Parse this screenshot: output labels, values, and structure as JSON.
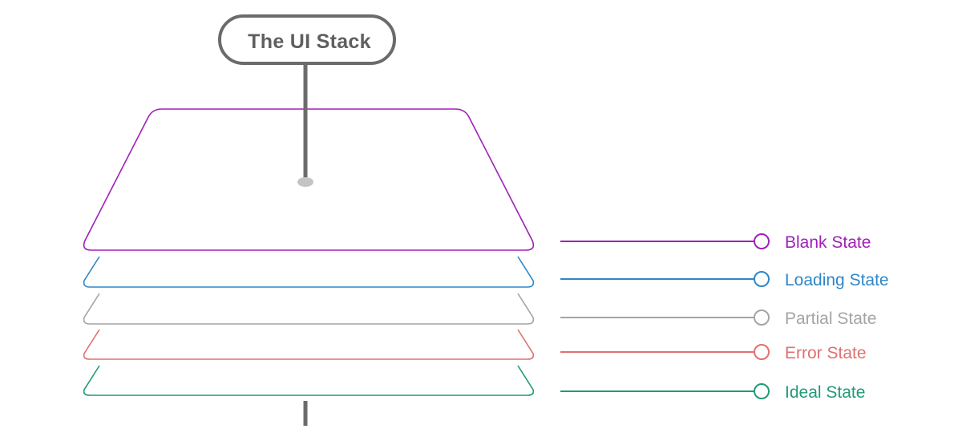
{
  "title": "The UI Stack",
  "colors": {
    "pin": "#6b6b6b",
    "background": "#ffffff"
  },
  "states": [
    {
      "id": "blank",
      "label": "Blank State",
      "color": "#a020b8"
    },
    {
      "id": "loading",
      "label": "Loading State",
      "color": "#2f86c8"
    },
    {
      "id": "partial",
      "label": "Partial State",
      "color": "#a4a4a4"
    },
    {
      "id": "error",
      "label": "Error State",
      "color": "#e07070"
    },
    {
      "id": "ideal",
      "label": "Ideal State",
      "color": "#1f9a77"
    }
  ]
}
